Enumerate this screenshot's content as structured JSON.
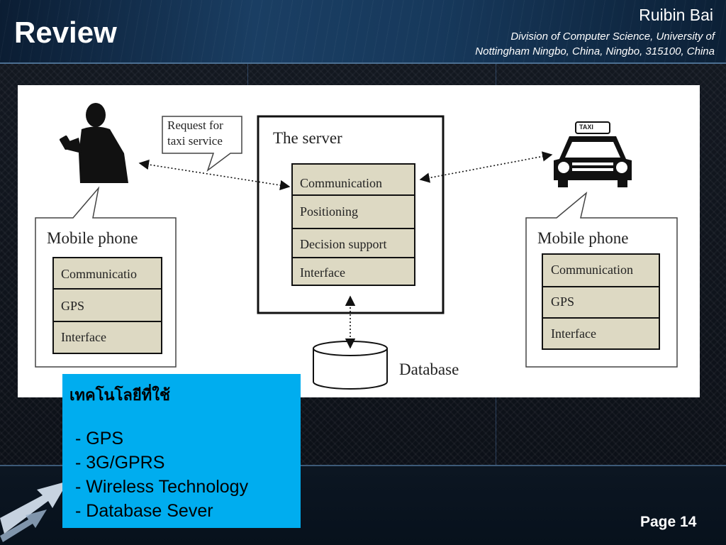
{
  "slide": {
    "title": "Review",
    "author": "Ruibin Bai",
    "affiliation_line1": "Division of Computer Science, University of",
    "affiliation_line2": "Nottingham Ningbo, China, Ningbo, 315100, China",
    "page_label": "Page 14"
  },
  "diagram": {
    "bubble_text_line1": "Request  for",
    "bubble_text_line2": "taxi service",
    "server_title": "The server",
    "server_modules": [
      "Communication",
      "Positioning",
      "Decision support",
      "Interface"
    ],
    "left_phone_title": "Mobile phone",
    "left_phone_modules": [
      "Communicatio",
      "GPS",
      "Interface"
    ],
    "right_phone_title": "Mobile phone",
    "right_phone_modules": [
      "Communication",
      "GPS",
      "Interface"
    ],
    "database_label": "Database",
    "taxi_sign": "TAXI"
  },
  "tech_box": {
    "title": "เทคโนโลยีที่ใช้",
    "items": [
      "- GPS",
      "- 3G/GPRS",
      "- Wireless Technology",
      "- Database Sever"
    ]
  },
  "colors": {
    "header_bg": "#17395c",
    "module_fill": "#ddd9c3",
    "tech_box_bg": "#00adef"
  }
}
